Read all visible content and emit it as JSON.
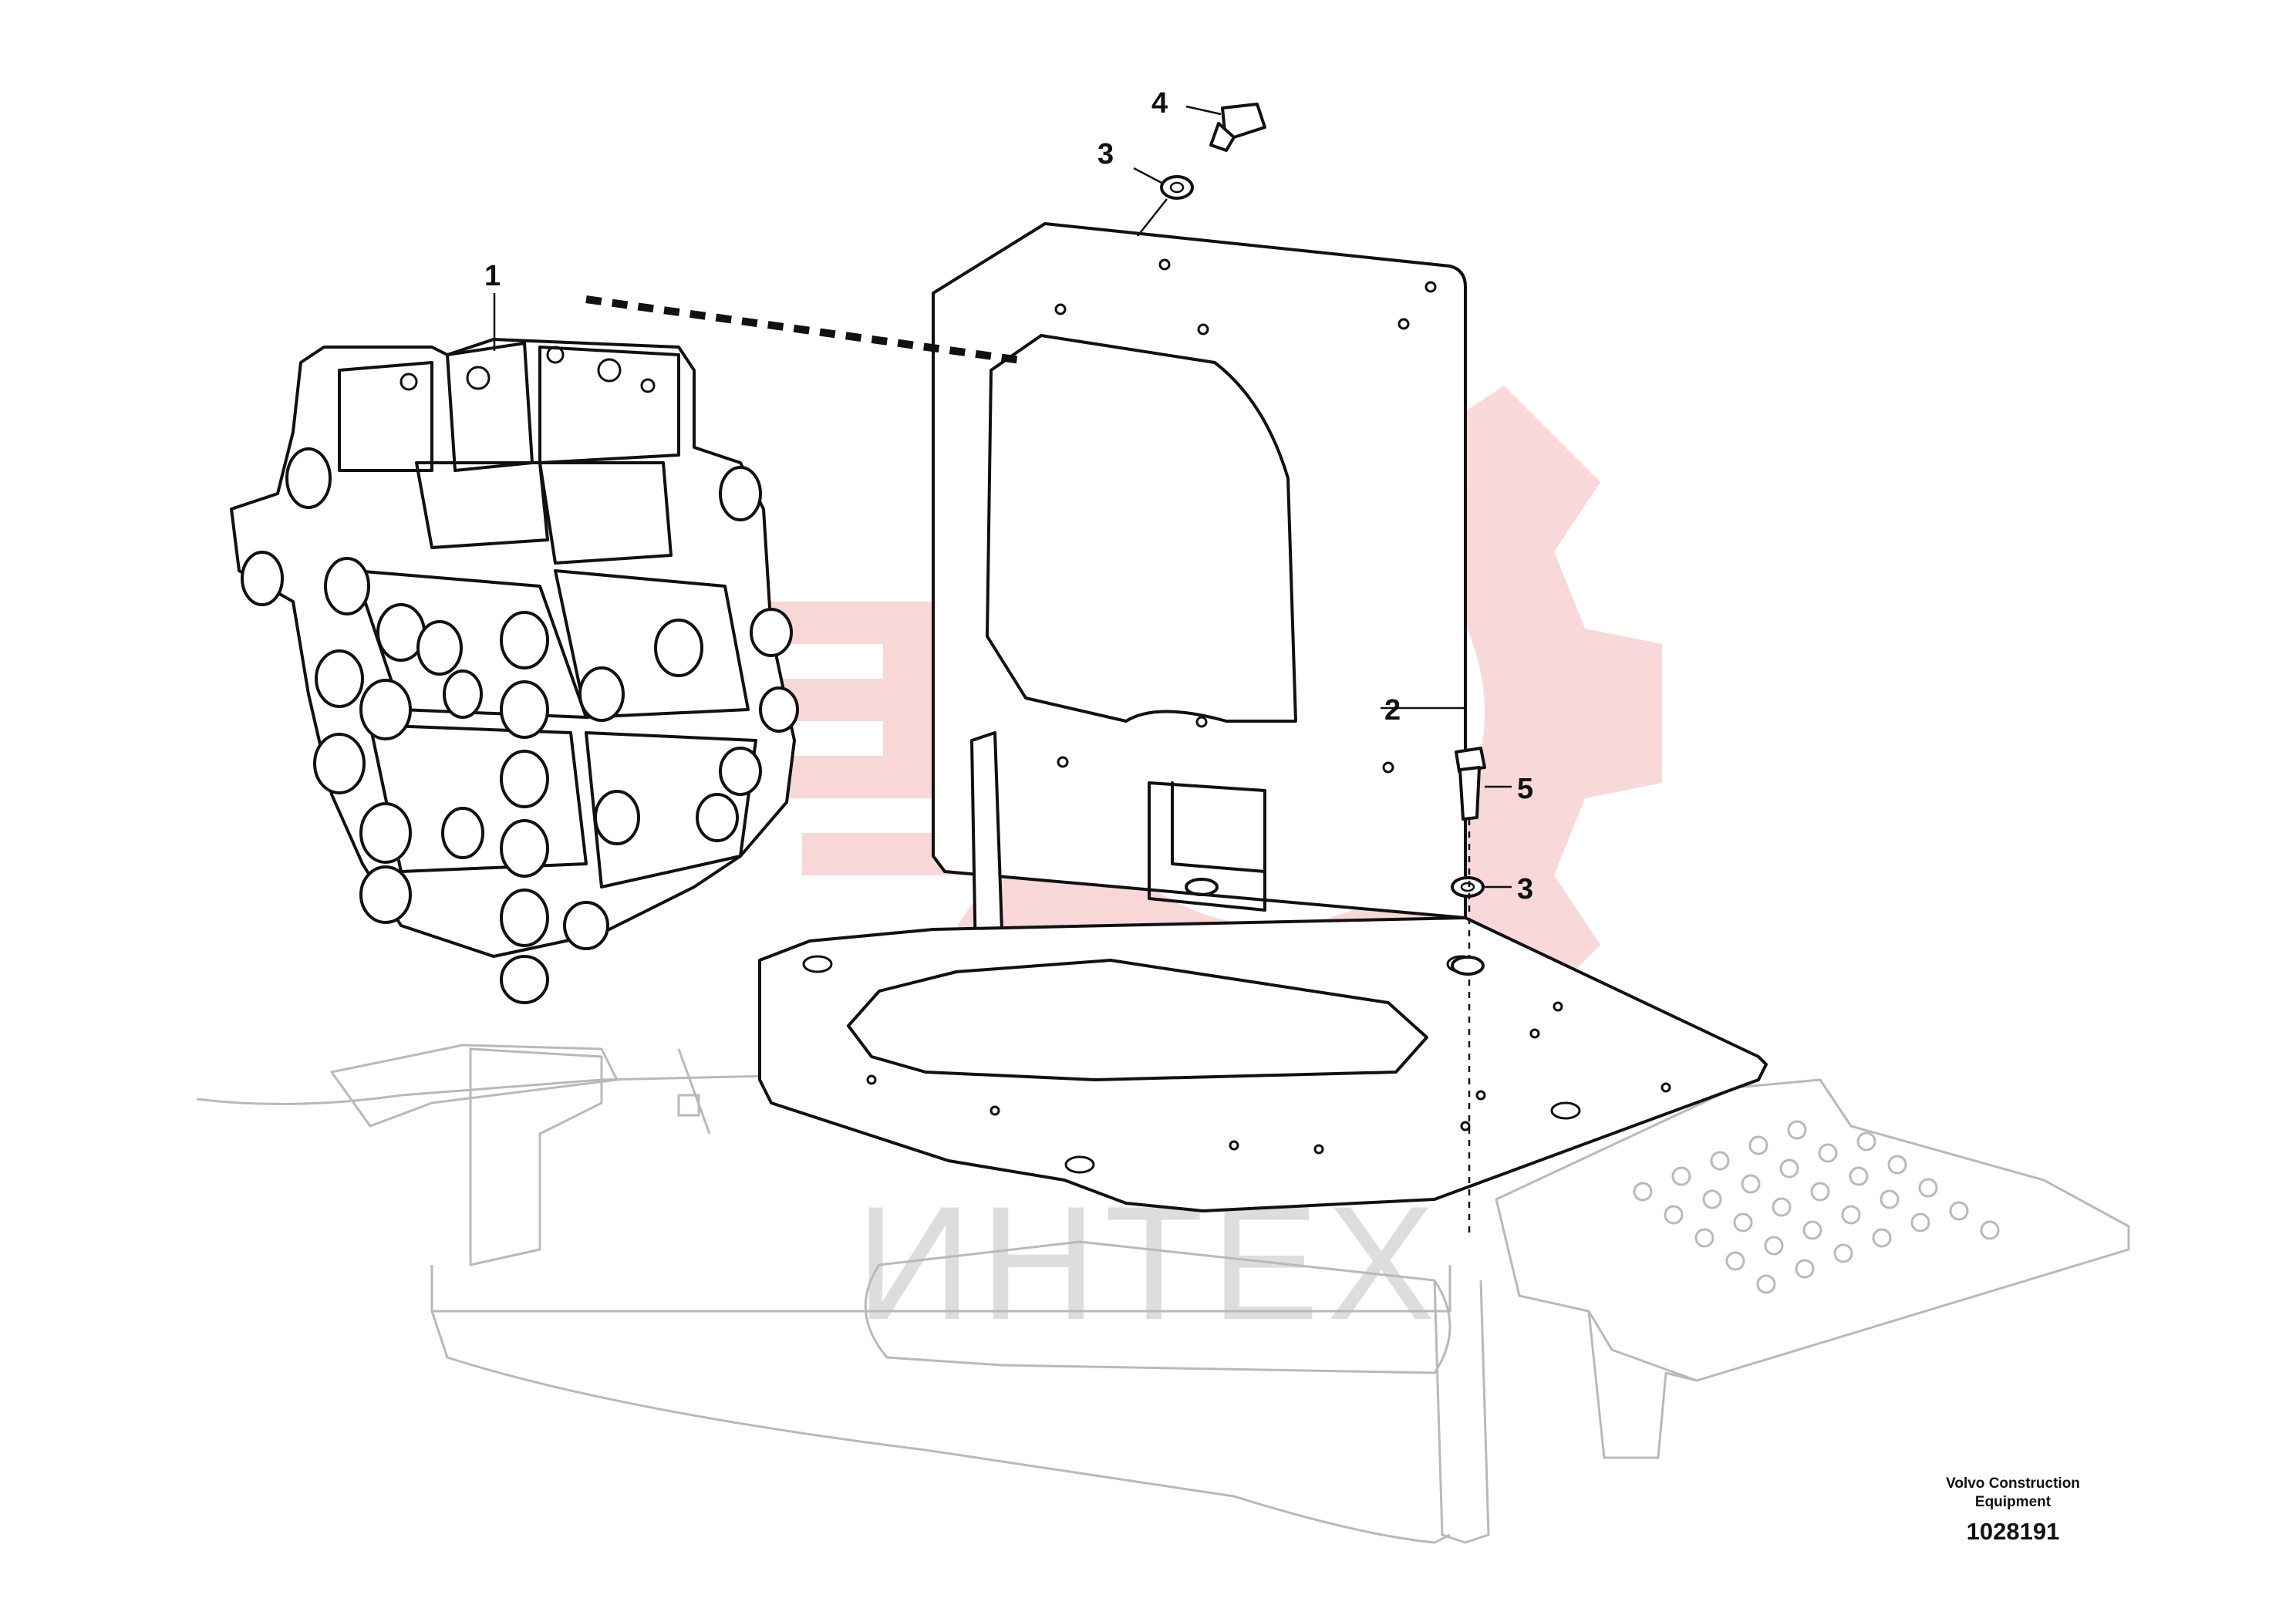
{
  "callouts": [
    {
      "id": "1",
      "label": "1"
    },
    {
      "id": "2",
      "label": "2"
    },
    {
      "id": "3a",
      "label": "3"
    },
    {
      "id": "3b",
      "label": "3"
    },
    {
      "id": "4",
      "label": "4"
    },
    {
      "id": "5",
      "label": "5"
    }
  ],
  "watermark": {
    "text": "ИНТЕХ",
    "color": "#e8a2a2"
  },
  "footer": {
    "company_line1": "Volvo Construction",
    "company_line2": "Equipment",
    "figure_number": "1028191"
  }
}
